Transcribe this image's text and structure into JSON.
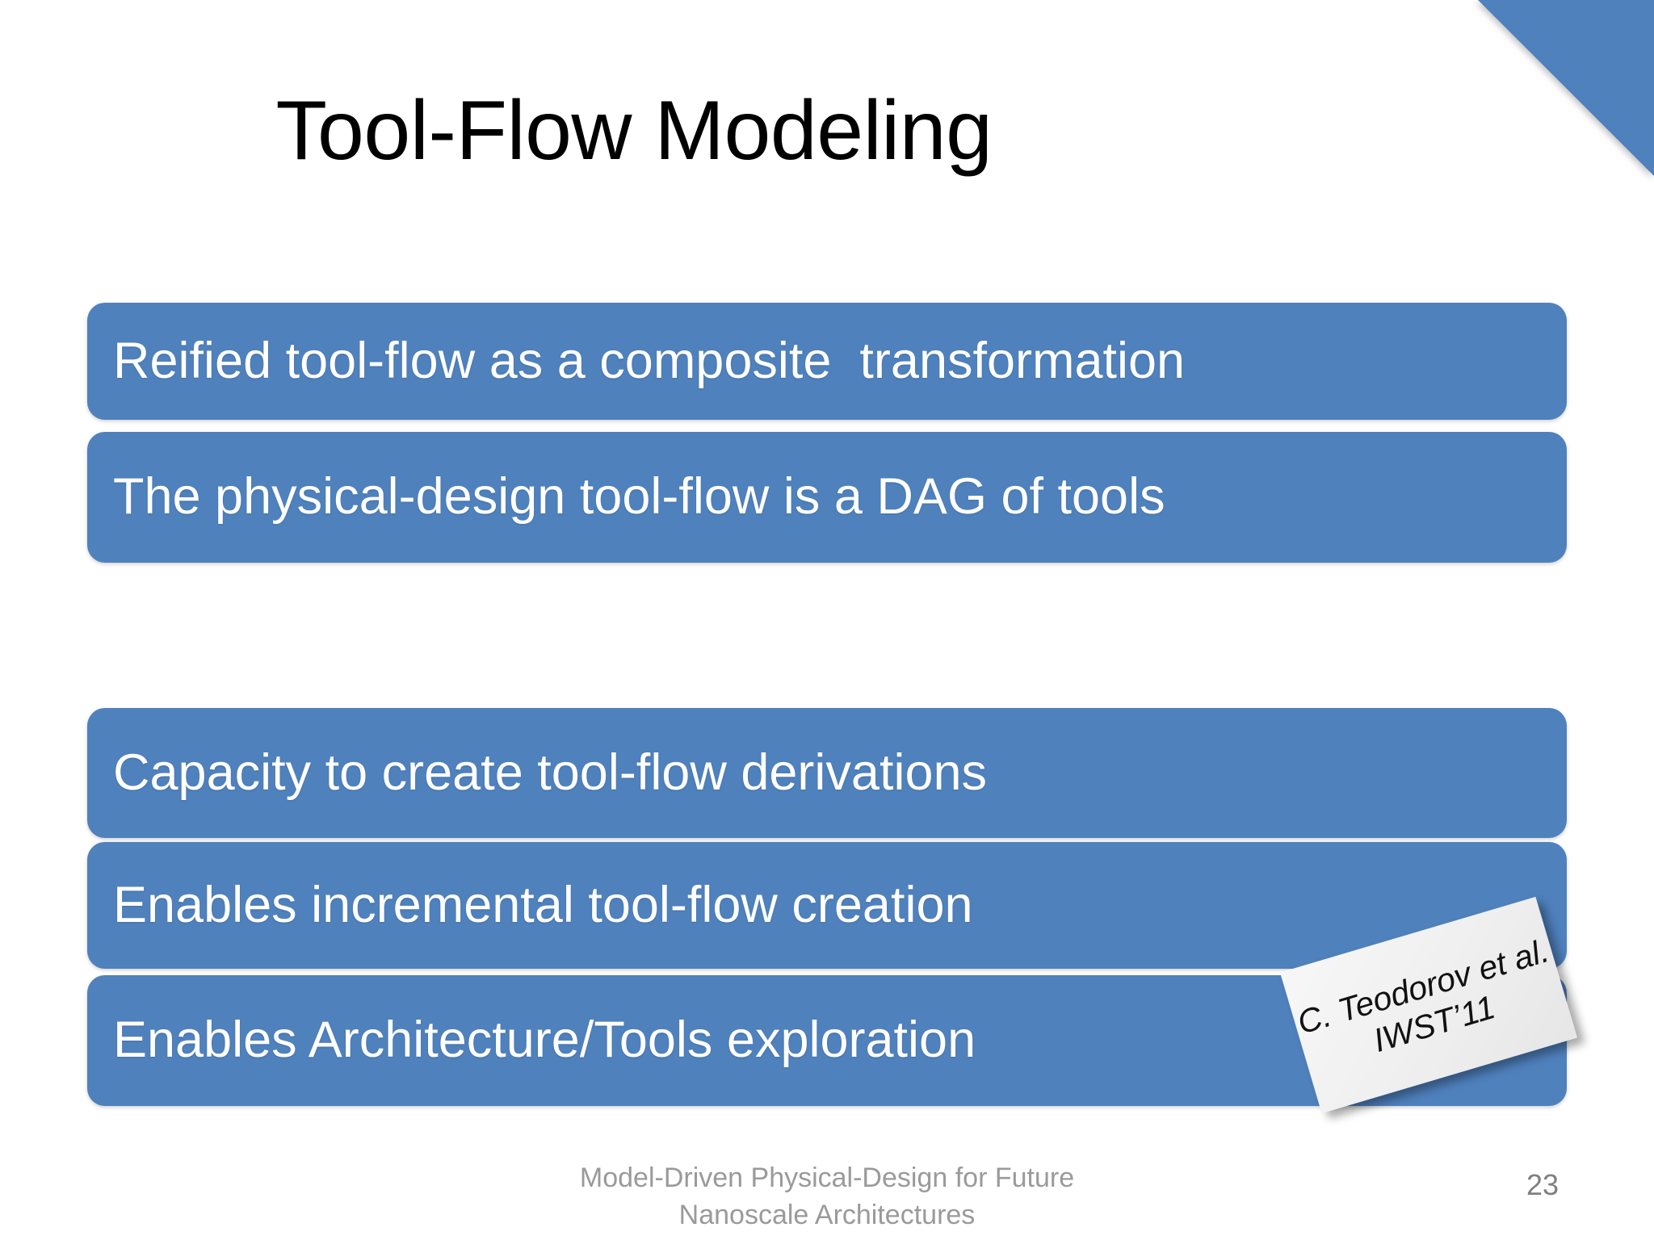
{
  "slide": {
    "title": "Tool-Flow Modeling",
    "page_number": "23",
    "accent_color": "#4f81bd",
    "background_color": "#ffffff",
    "title_color": "#000000",
    "bar_text_color": "#ffffff",
    "footer_color": "#9a9a9a"
  },
  "decoration": {
    "corner_triangle": "corner-triangle-decoration"
  },
  "bars": [
    {
      "label": "Reified tool-flow as a composite  transformation"
    },
    {
      "label": "The physical-design tool-flow is a DAG of tools"
    },
    {
      "label": "Capacity to create tool-flow derivations"
    },
    {
      "label": "Enables incremental tool-flow creation"
    },
    {
      "label": "Enables Architecture/Tools exploration"
    }
  ],
  "sticky_note": {
    "line1": "C. Teodorov et al.",
    "line2": "IWST’11"
  },
  "footer": {
    "line1": "Model-Driven Physical-Design for Future",
    "line2": "Nanoscale Architectures"
  }
}
